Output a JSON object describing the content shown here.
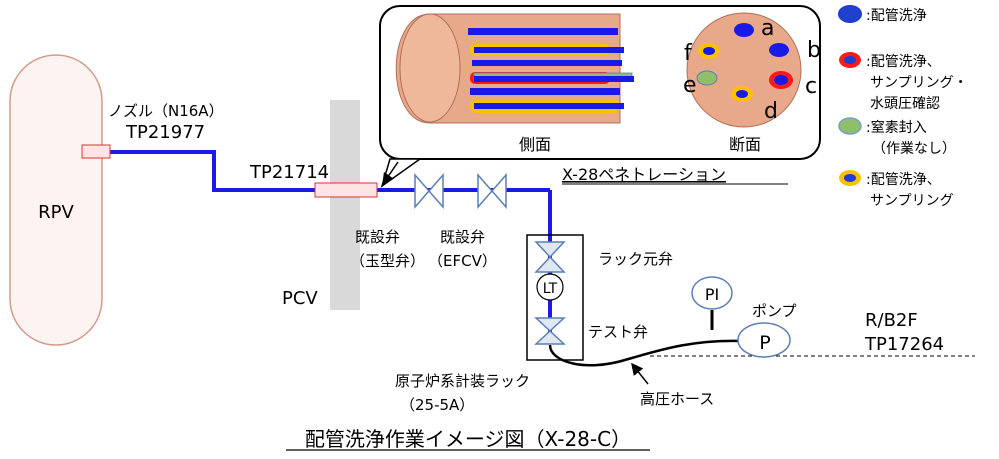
{
  "title": "配管洗浄作業イメージ図（X-28-C）",
  "rpv": {
    "label": "RPV"
  },
  "pcv": {
    "label": "PCV"
  },
  "nozzle": {
    "label": "ノズル（N16A）",
    "tp": "TP21977"
  },
  "penetration": {
    "tp": "TP21714",
    "label": "X-28ペネトレーション"
  },
  "valves": {
    "existing_globe_l1": "既設弁",
    "existing_globe_l2": "（玉型弁）",
    "existing_efcv_l1": "既設弁",
    "existing_efcv_l2": "（EFCV）"
  },
  "rack": {
    "root_valve": "ラック元弁",
    "lt": "LT",
    "test_valve": "テスト弁",
    "label_l1": "原子炉系計装ラック",
    "label_l2": "（25-5A）"
  },
  "hose": {
    "label": "高圧ホース"
  },
  "pump": {
    "pi": "PI",
    "p": "P",
    "label": "ポンプ"
  },
  "floor": {
    "label": "R/B2F",
    "tp": "TP17264"
  },
  "inset": {
    "side_label": "側面",
    "section_label": "断面",
    "letters": [
      "a",
      "b",
      "c",
      "d",
      "e",
      "f"
    ]
  },
  "legend": {
    "items": [
      {
        "lines": [
          ":配管洗浄"
        ],
        "fill": "#1f3fcf",
        "ring": "#1f3fcf"
      },
      {
        "lines": [
          ":配管洗浄、",
          "サンプリング・",
          "水頭圧確認"
        ],
        "fill": "#1f3fcf",
        "ring": "#ff1a1a"
      },
      {
        "lines": [
          ":窒素封入",
          "（作業なし）"
        ],
        "fill": "#8fbf6a",
        "ring": "#7aa0c8"
      },
      {
        "lines": [
          ":配管洗浄、",
          "サンプリング"
        ],
        "fill": "#1f3fcf",
        "ring": "#ffc000"
      }
    ]
  },
  "colors": {
    "blue_line": "#1a1ae6",
    "pink": "#e8a88a",
    "vessel_fill": "#fdf3f1",
    "vessel_stroke": "#d39a8c",
    "valve": "#5b7fb5",
    "red": "#ff1a1a",
    "yellow": "#ffc000",
    "green": "#8fbf6a",
    "pcv_gray": "#d9d9d9"
  }
}
